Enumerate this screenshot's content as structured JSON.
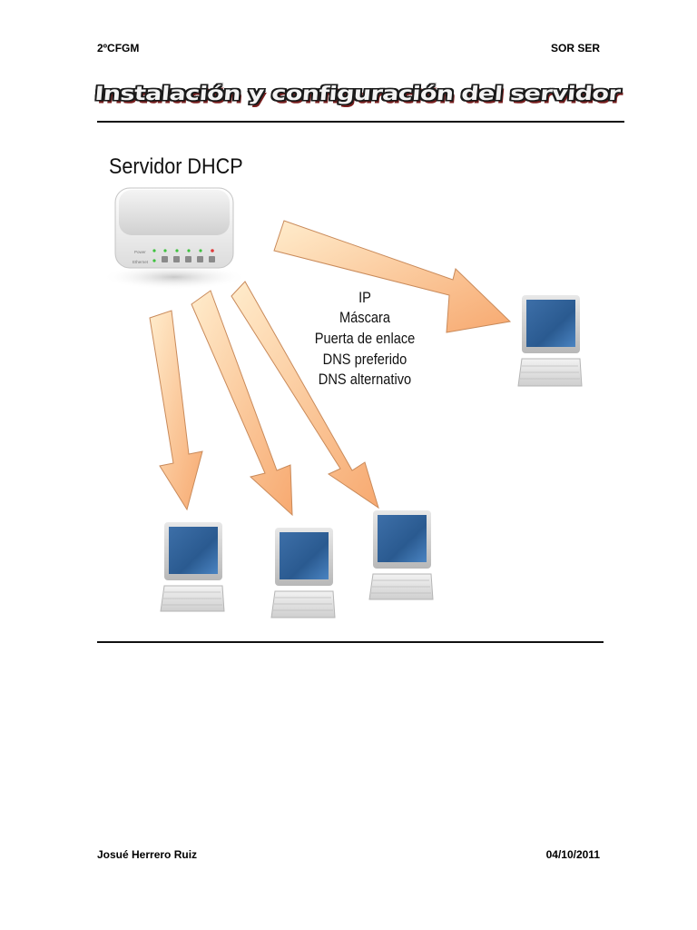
{
  "header": {
    "left": "2ºCFGM",
    "right": "SOR SER"
  },
  "title": "Instalación y configuración del servidor DHCP",
  "diagram": {
    "server_label": "Servidor DHCP",
    "router_leds": [
      "Power",
      "Ethernet"
    ],
    "info_lines": [
      "IP",
      "Máscara",
      "Puerta de enlace",
      "DNS preferido",
      "DNS alternativo"
    ]
  },
  "footer": {
    "left": "Josué Herrero Ruiz",
    "right": "04/10/2011"
  },
  "colors": {
    "arrow_light": "#ffe6c2",
    "arrow_dark": "#f5a86a",
    "screen": "#2e5f95"
  }
}
